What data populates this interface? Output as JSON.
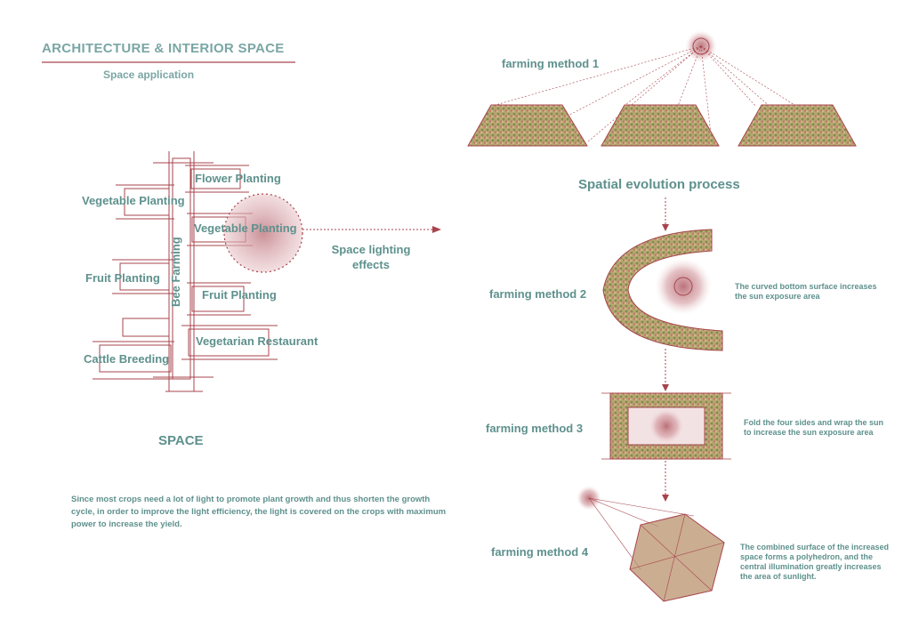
{
  "header": {
    "title": "ARCHITECTURE & INTERIOR SPACE",
    "subtitle": "Space application"
  },
  "tower": {
    "labels": {
      "flower": "Flower Planting",
      "vegetable_left": "Vegetable Planting",
      "vegetable_right": "Vegetable Planting",
      "bee": "Bee Farming",
      "fruit_left": "Fruit Planting",
      "fruit_right": "Fruit Planting",
      "restaurant": "Vegetarian Restaurant",
      "cattle": "Cattle Breeding"
    },
    "caption": "SPACE"
  },
  "lighting_label": "Space lighting effects",
  "description": "Since most crops need a lot of light to promote plant growth and thus shorten the growth cycle, in order to improve the light efficiency, the light is covered on the crops with maximum power to increase the yield.",
  "evolution": {
    "title": "Spatial evolution process",
    "methods": [
      {
        "label": "farming method 1",
        "note": ""
      },
      {
        "label": "farming method 2",
        "note": "The curved bottom surface increases the sun exposure area"
      },
      {
        "label": "farming method 3",
        "note": "Fold the four sides and wrap the sun to increase the sun exposure area"
      },
      {
        "label": "farming method 4",
        "note": "The combined surface of the increased space forms a polyhedron, and the central illumination greatly increases the area of sunlight."
      }
    ]
  },
  "colors": {
    "accent_red": "#a7444c",
    "teal_text": "#5e918d",
    "glow": "#c9828a",
    "crop": "#b9a06a"
  }
}
